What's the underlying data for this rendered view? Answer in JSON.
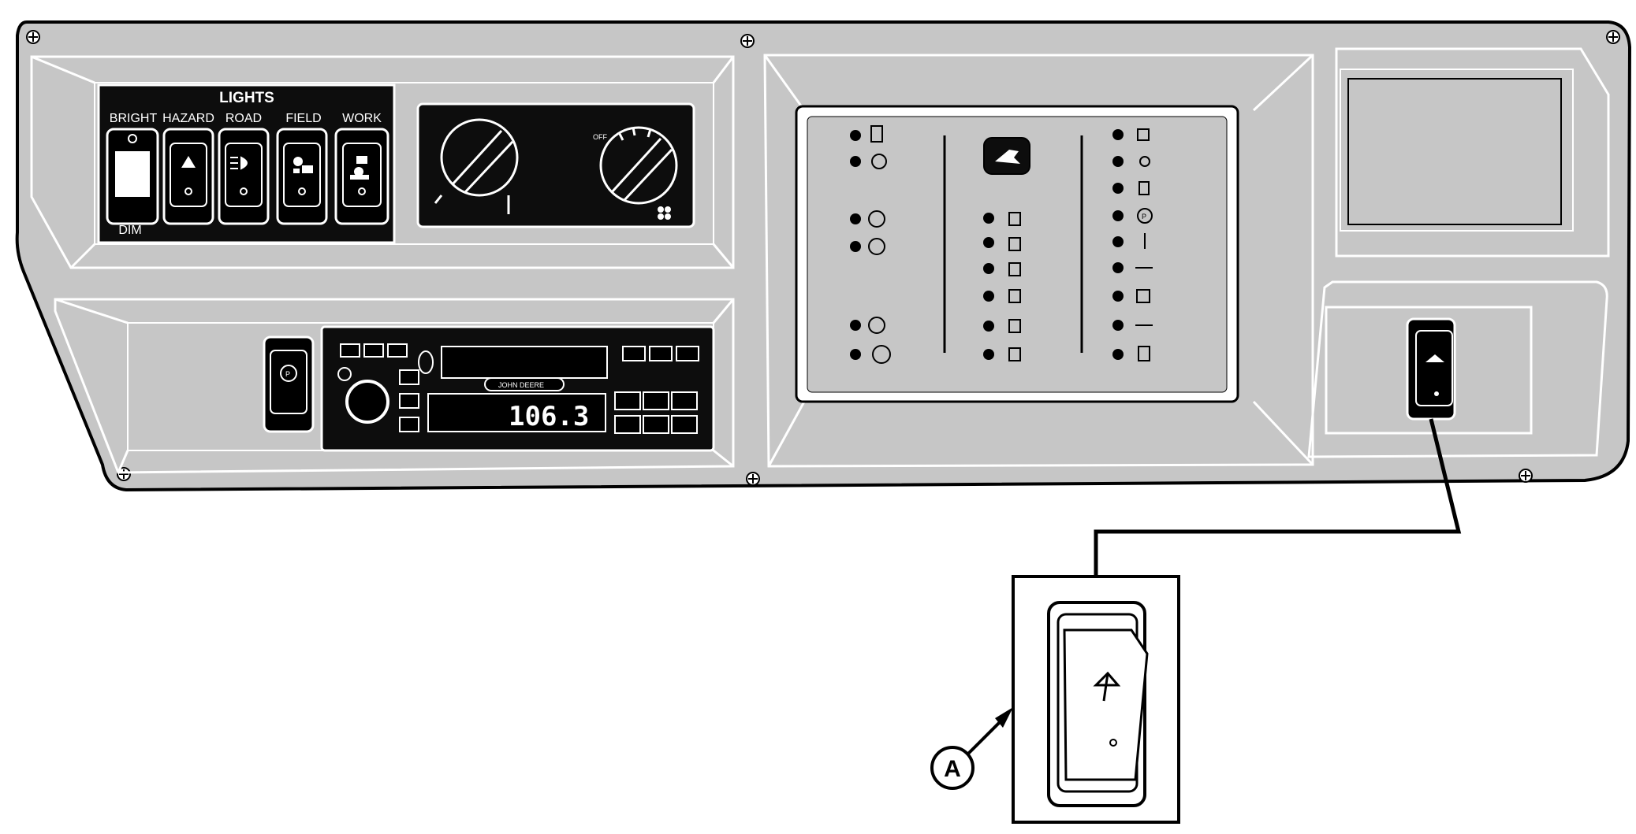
{
  "lights_panel": {
    "title": "LIGHTS",
    "switches": [
      "BRIGHT",
      "HAZARD",
      "ROAD",
      "FIELD",
      "WORK"
    ],
    "bottom_label": "DIM"
  },
  "dials": {
    "off_label": "OFF"
  },
  "radio": {
    "brand": "JOHN DEERE",
    "frequency": "106.3"
  },
  "callout": {
    "label": "A"
  },
  "colors": {
    "panel": "#c6c6c6",
    "dark": "#0d0d0d",
    "outline": "#000000",
    "light": "#ffffff"
  }
}
